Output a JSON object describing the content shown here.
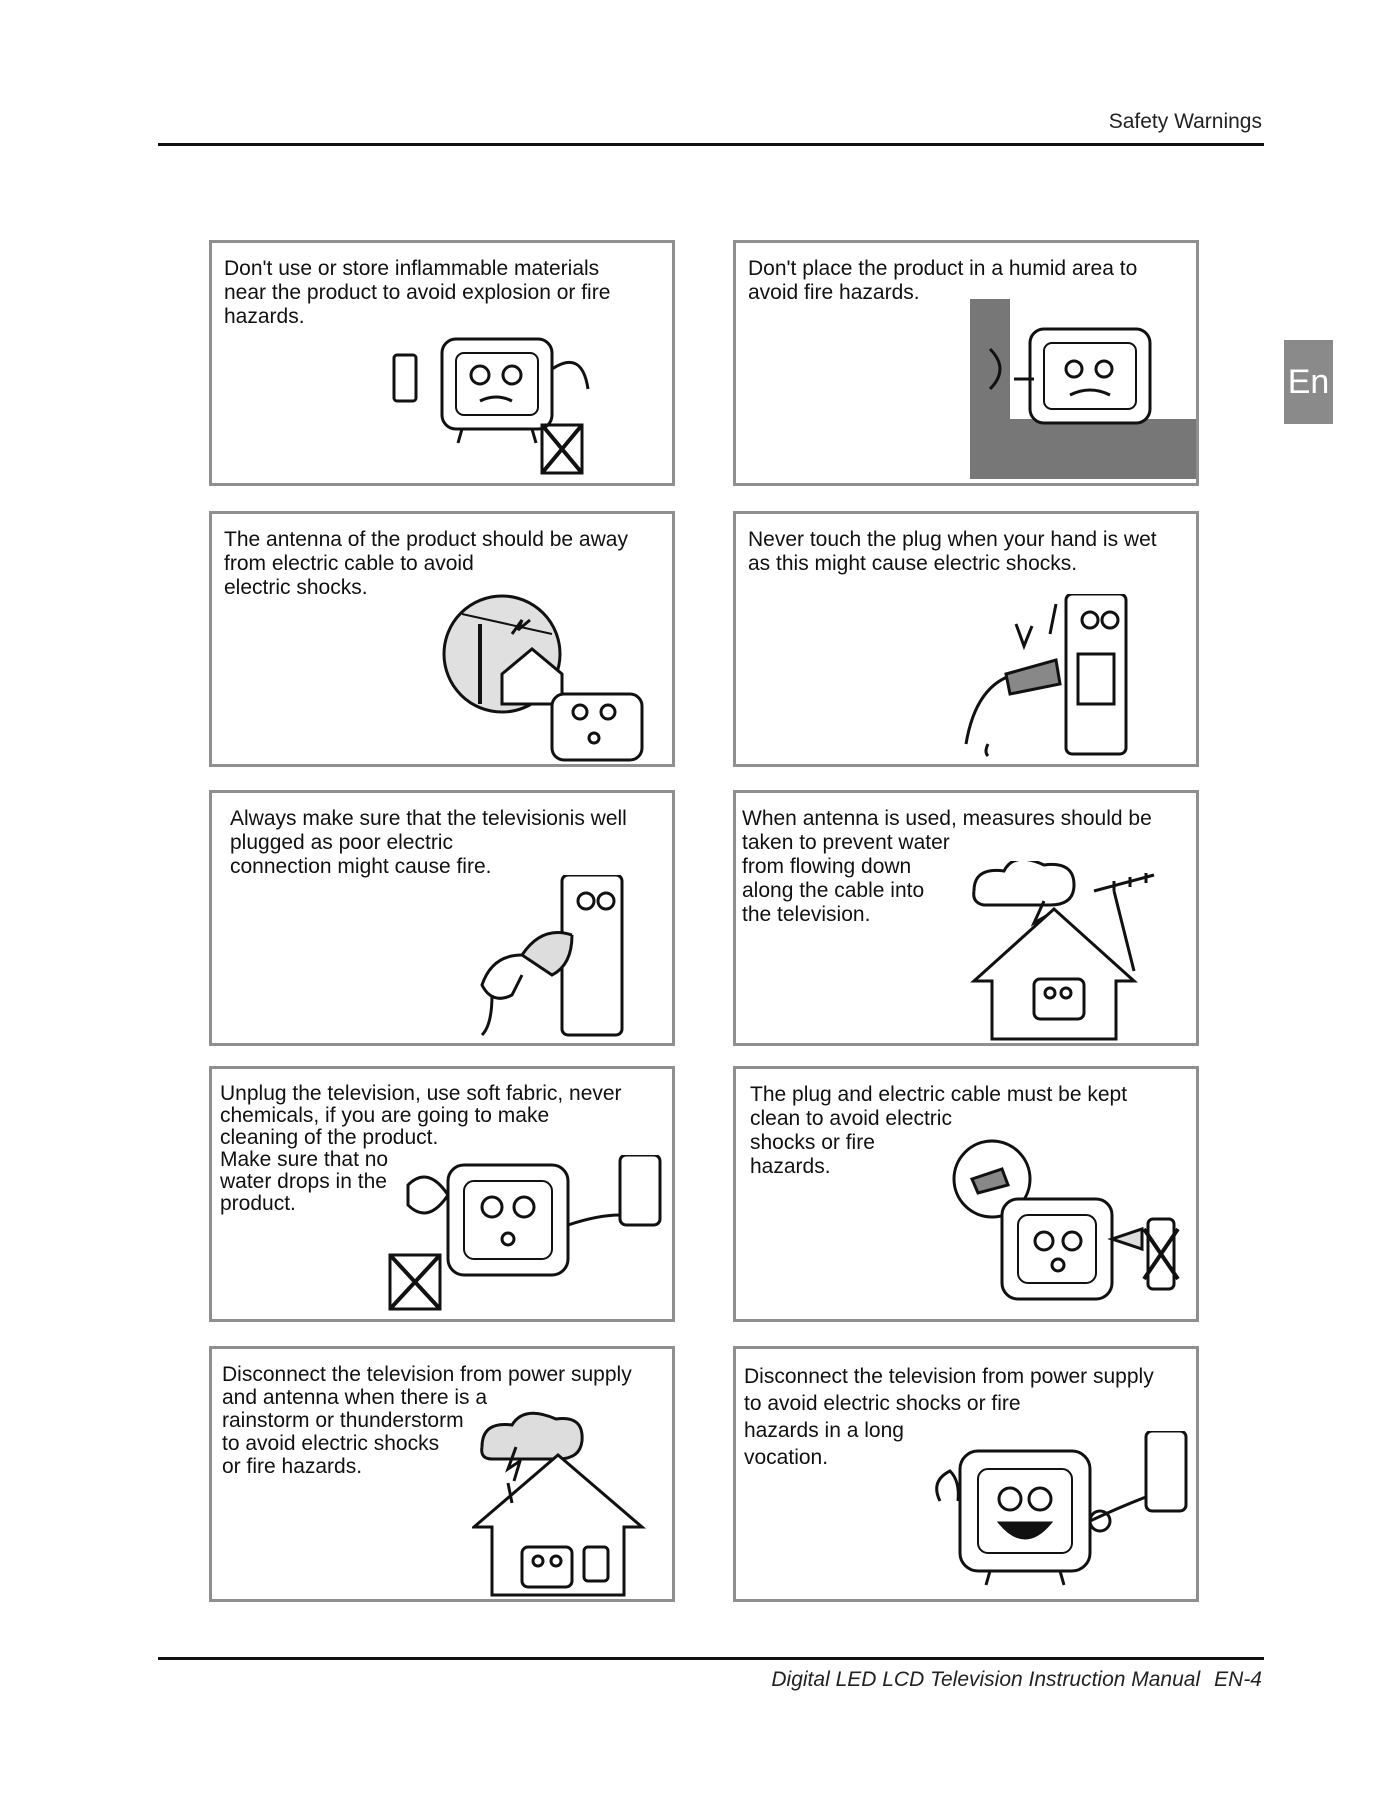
{
  "header": {
    "title": "Safety Warnings"
  },
  "side_tab": {
    "label": "En"
  },
  "warnings": [
    {
      "text": "Don't use or store inflammable materials\nnear the product to avoid explosion or fire\nhazards."
    },
    {
      "text": "Don't place the product in a humid area to\navoid fire hazards."
    },
    {
      "text": "The antenna of the product should be away\nfrom electric cable to avoid\nelectric shocks."
    },
    {
      "text": "Never touch the plug when your hand is wet\nas this might cause electric shocks."
    },
    {
      "text": "Always make sure that the televisionis well\nplugged as poor electric\nconnection might cause fire."
    },
    {
      "text": "When antenna is used, measures should be\ntaken to prevent water\nfrom flowing down\nalong the cable into\nthe television."
    },
    {
      "text": "Unplug the television, use soft fabric, never\nchemicals, if you are going to make\ncleaning of the product.\nMake sure that no\nwater drops in the\nproduct."
    },
    {
      "text": "The plug and electric cable must be kept\nclean to avoid electric\nshocks or fire\nhazards."
    },
    {
      "text": "Disconnect the television from power supply\nand antenna when there is a\nrainstorm or thunderstorm\nto avoid electric shocks\nor fire hazards."
    },
    {
      "text": "Disconnect the television from power supply\nto avoid electric shocks or fire\n hazards in a long\nvocation."
    }
  ],
  "footer": {
    "manual_title": "Digital LED LCD Television Instruction Manual",
    "page": "EN-4"
  }
}
